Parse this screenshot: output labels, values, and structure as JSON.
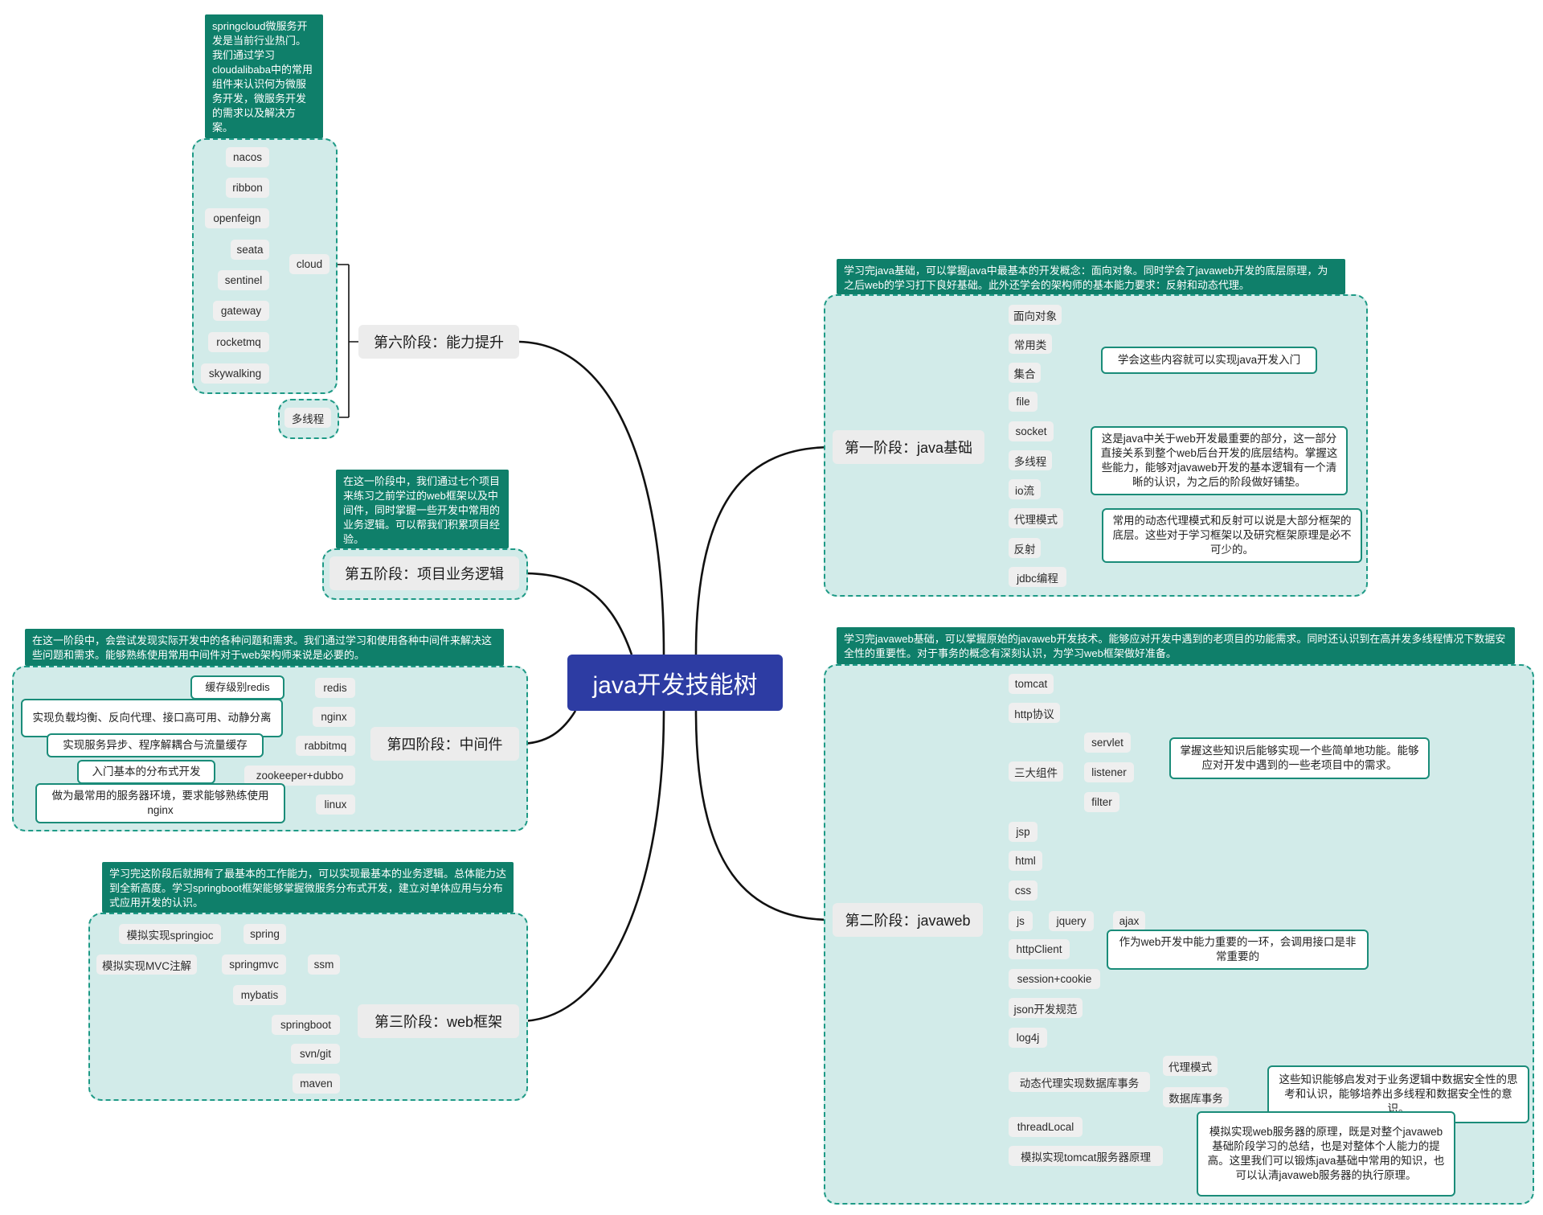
{
  "root": "java开发技能树",
  "stages": {
    "s1": {
      "title": "第一阶段：java基础",
      "note": "学习完java基础，可以掌握java中最基本的开发概念：面向对象。同时学会了javaweb开发的底层原理，为之后web的学习打下良好基础。此外还学会的架构师的基本能力要求：反射和动态代理。",
      "items": [
        "面向对象",
        "常用类",
        "集合",
        "file",
        "socket",
        "多线程",
        "io流",
        "代理模式",
        "反射",
        "jdbc编程"
      ],
      "summaries": [
        "学会这些内容就可以实现java开发入门",
        "这是java中关于web开发最重要的部分，这一部分直接关系到整个web后台开发的底层结构。掌握这些能力，能够对javaweb开发的基本逻辑有一个清晰的认识，为之后的阶段做好铺垫。",
        "常用的动态代理模式和反射可以说是大部分框架的底层。这些对于学习框架以及研究框架原理是必不可少的。"
      ]
    },
    "s2": {
      "title": "第二阶段：javaweb",
      "note": "学习完javaweb基础，可以掌握原始的javaweb开发技术。能够应对开发中遇到的老项目的功能需求。同时还认识到在高并发多线程情况下数据安全性的重要性。对于事务的概念有深刻认识，为学习web框架做好准备。",
      "items": [
        "tomcat",
        "http协议",
        "三大组件",
        "jsp",
        "html",
        "css",
        "js",
        "httpClient",
        "session+cookie",
        "json开发规范",
        "log4j",
        "动态代理实现数据库事务",
        "threadLocal",
        "模拟实现tomcat服务器原理"
      ],
      "components": [
        "servlet",
        "listener",
        "filter"
      ],
      "js_chain": [
        "jquery",
        "ajax"
      ],
      "tx": [
        "代理模式",
        "数据库事务"
      ],
      "summaries": [
        "掌握这些知识后能够实现一个些简单地功能。能够应对开发中遇到的一些老项目中的需求。",
        "作为web开发中能力重要的一环，会调用接口是非常重要的",
        "这些知识能够启发对于业务逻辑中数据安全性的思考和认识，能够培养出多线程和数据安全性的意识。",
        "模拟实现web服务器的原理，既是对整个javaweb基础阶段学习的总结，也是对整体个人能力的提高。这里我们可以锻炼java基础中常用的知识，也可以认清javaweb服务器的执行原理。"
      ]
    },
    "s3": {
      "title": "第三阶段：web框架",
      "note": "学习完这阶段后就拥有了最基本的工作能力，可以实现最基本的业务逻辑。总体能力达到全新高度。学习springboot框架能够掌握微服务分布式开发，建立对单体应用与分布式应用开发的认识。",
      "items": [
        "ssm",
        "springboot",
        "svn/git",
        "maven"
      ],
      "ssm": [
        "spring",
        "springmvc",
        "mybatis"
      ],
      "ssm_notes": [
        "模拟实现springioc",
        "模拟实现MVC注解"
      ]
    },
    "s4": {
      "title": "第四阶段：中间件",
      "note": "在这一阶段中，会尝试发现实际开发中的各种问题和需求。我们通过学习和使用各种中间件来解决这些问题和需求。能够熟练使用常用中间件对于web架构师来说是必要的。",
      "items": [
        "redis",
        "nginx",
        "rabbitmq",
        "zookeeper+dubbo",
        "linux"
      ],
      "notes": [
        "缓存级别redis",
        "实现负载均衡、反向代理、接口高可用、动静分离",
        "实现服务异步、程序解耦合与流量缓存",
        "入门基本的分布式开发",
        "做为最常用的服务器环境，要求能够熟练使用nginx"
      ]
    },
    "s5": {
      "title": "第五阶段：项目业务逻辑",
      "note": "在这一阶段中，我们通过七个项目来练习之前学过的web框架以及中间件，同时掌握一些开发中常用的业务逻辑。可以帮我们积累项目经验。"
    },
    "s6": {
      "title": "第六阶段：能力提升",
      "note": "springcloud微服务开发是当前行业热门。我们通过学习cloudalibaba中的常用组件来认识何为微服务开发，微服务开发的需求以及解决方案。",
      "items": [
        "cloud",
        "多线程"
      ],
      "cloud": [
        "nacos",
        "ribbon",
        "openfeign",
        "seata",
        "sentinel",
        "gateway",
        "rocketmq",
        "skywalking"
      ]
    }
  }
}
